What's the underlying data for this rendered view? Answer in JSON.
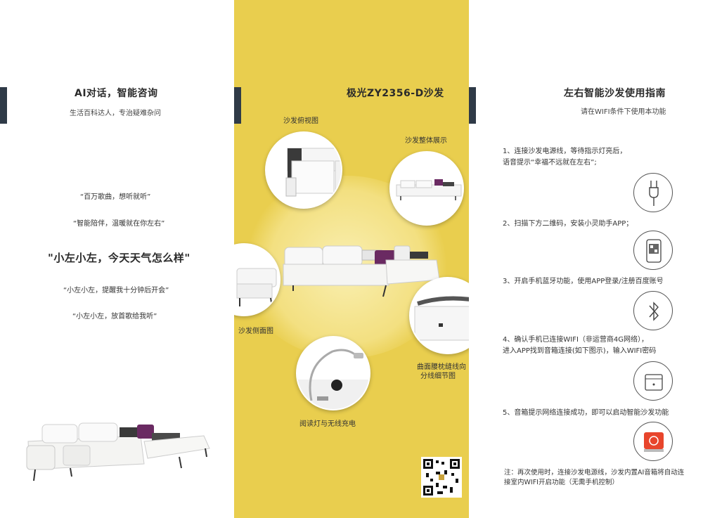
{
  "left": {
    "title": "AI对话，智能咨询",
    "subtitle": "生活百科达人，专治疑难杂问",
    "quotes": [
      "“百万歌曲，想听就听”",
      "“智能陪伴，温暖就在你左右”"
    ],
    "big_quote": "\"小左小左，今天天气怎么样\"",
    "quotes2": [
      "“小左小左，提醒我十分钟后开会”",
      "“小左小左，放首歌给我听”"
    ]
  },
  "middle": {
    "title": "极光ZY2356-D沙发",
    "labels": {
      "top_view": "沙发俯视图",
      "overall": "沙发整体展示",
      "side_view": "沙发侧面图",
      "curve_line1": "曲面腰枕缝线向",
      "curve_line2": "分线细节图",
      "reading_light": "阅读灯与无线充电"
    }
  },
  "right": {
    "title": "左右智能沙发使用指南",
    "subtitle": "请在WIFI条件下使用本功能",
    "steps": [
      {
        "line1": "1、连接沙发电源线，等待指示灯亮后，",
        "line2": "语音提示“幸福不远就在左右”;"
      },
      {
        "line1": "2、扫描下方二维码，安装小灵助手APP；",
        "line2": ""
      },
      {
        "line1": "3、开启手机蓝牙功能，使用APP登录/注册百度账号",
        "line2": ""
      },
      {
        "line1": "4、确认手机已连接WIFI（非运营商4G网络），",
        "line2": "进入APP找到音箱连接(如下图示)，输入WIFI密码"
      },
      {
        "line1": "5、音箱提示网络连接成功，即可以启动智能沙发功能",
        "line2": ""
      }
    ],
    "note": "注：再次使用时，连接沙发电源线，沙发内置AI音箱将自动连接室内WIFI开启功能（无需手机控制）"
  },
  "colors": {
    "accent_yellow": "#e9ce4e",
    "accent_bar": "#2f3a47",
    "app_icon_red": "#e8452c"
  }
}
